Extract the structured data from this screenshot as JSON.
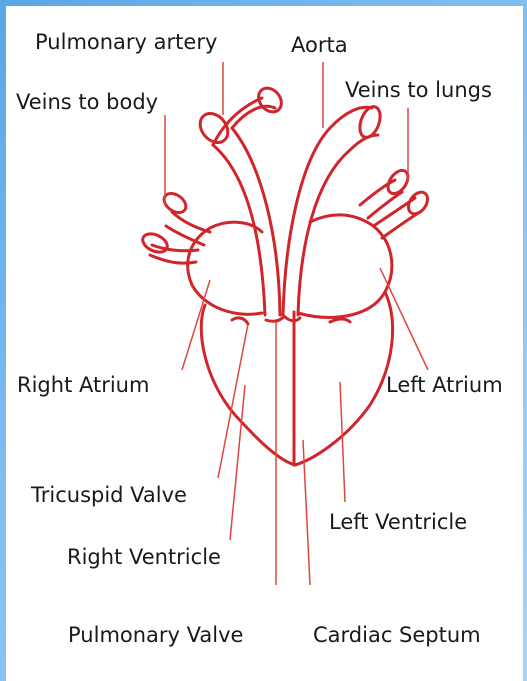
{
  "labels": {
    "pulmonary_artery": "Pulmonary artery",
    "aorta": "Aorta",
    "veins_to_body": "Veins to body",
    "veins_to_lungs": "Veins to lungs",
    "right_atrium": "Right Atrium",
    "left_atrium": "Left Atrium",
    "tricuspid_valve": "Tricuspid Valve",
    "left_ventricle": "Left Ventricle",
    "right_ventricle": "Right Ventricle",
    "pulmonary_valve": "Pulmonary Valve",
    "cardiac_septum": "Cardiac Septum"
  },
  "colors": {
    "heart_outline": "#d0262b",
    "leader_line": "#e0463f",
    "frame_accent": "#5aa6e6"
  }
}
